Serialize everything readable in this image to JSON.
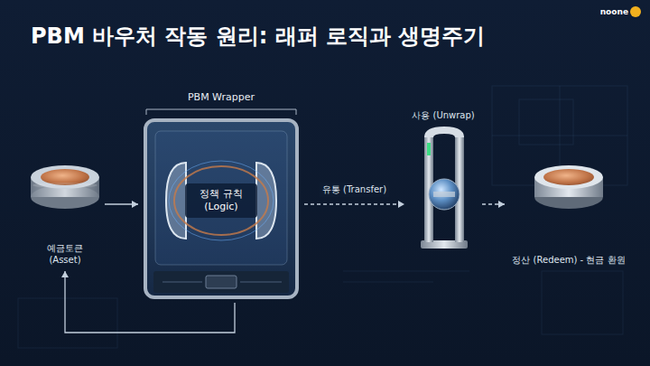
{
  "diagram": {
    "title": "PBM 바우처 작동 원리: 래퍼 로직과 생명주기",
    "nodes": [
      {
        "text": [
          "예금토큰 (Asset)"
        ]
      },
      {
        "text": [
          "PBM Wrapper"
        ]
      },
      {
        "text": [
          "정책 규칙 (Logic)"
        ],
        "in": 1
      },
      {
        "text": [
          "사용 (Unwrap)"
        ]
      },
      {
        "text": [
          "정산 (Redeem) - 현금 환원"
        ]
      }
    ],
    "edges": [
      {
        "from": 0,
        "to": 1,
        "arrow": "to"
      },
      {
        "from": 1,
        "to": 3,
        "label": "유통 (Transfer)",
        "arrow": "to"
      },
      {
        "from": 3,
        "to": 4,
        "arrow": "to"
      },
      {
        "from": 1,
        "to": 0,
        "arrow": "to"
      }
    ],
    "labels": [
      "noone"
    ]
  }
}
